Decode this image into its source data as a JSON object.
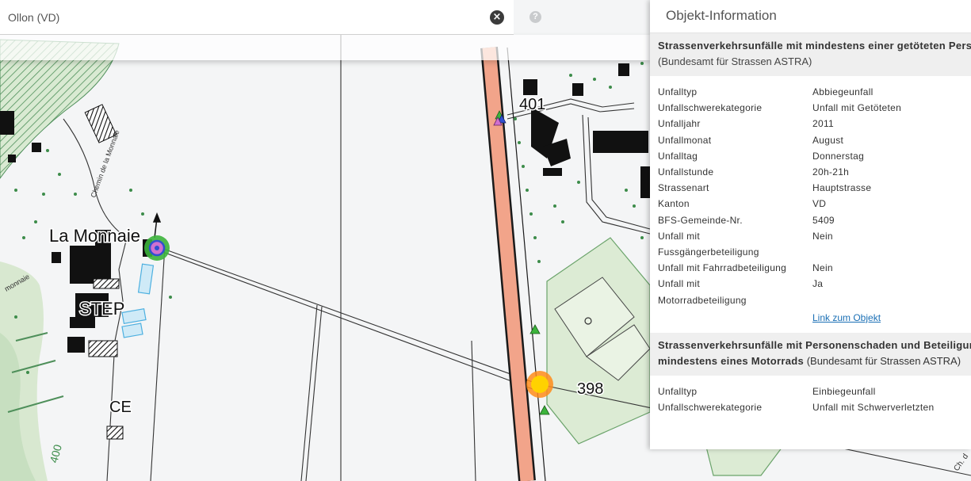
{
  "search": {
    "value": "Ollon (VD)",
    "clear_glyph": "×",
    "help_glyph": "?"
  },
  "map": {
    "place_labels": [
      "La Monnaie",
      "STEP",
      "CE"
    ],
    "road_labels": [
      "Chemin de la Monnaie",
      "monnaie",
      "Ch. d"
    ],
    "elevation_labels": [
      "401",
      "398",
      "400"
    ],
    "colors": {
      "main_road": "#f2a48a",
      "building": "#111111",
      "green_area": "#dcebd4",
      "accident_fatal": "#3cb43c",
      "accident_injury": "#ffd200"
    }
  },
  "panel": {
    "title": "Objekt-Information",
    "layer1": {
      "title": "Strassenverkehrsunfälle mit mindestens einer getöteten Person",
      "source": "(Bundesamt für Strassen ASTRA)",
      "rows": [
        {
          "key": "Unfalltyp",
          "value": "Abbiegeunfall"
        },
        {
          "key": "Unfallschwerekategorie",
          "value": "Unfall mit Getöteten"
        },
        {
          "key": "Unfalljahr",
          "value": "2011"
        },
        {
          "key": "Unfallmonat",
          "value": "August"
        },
        {
          "key": "Unfalltag",
          "value": "Donnerstag"
        },
        {
          "key": "Unfallstunde",
          "value": "20h-21h"
        },
        {
          "key": "Strassenart",
          "value": "Hauptstrasse"
        },
        {
          "key": "Kanton",
          "value": "VD"
        },
        {
          "key": "BFS-Gemeinde-Nr.",
          "value": "5409"
        },
        {
          "key": "Unfall mit",
          "value": "Nein"
        },
        {
          "key": "Fussgängerbeteiligung",
          "value": ""
        },
        {
          "key": "Unfall mit Fahrradbeteiligung",
          "value": "Nein"
        },
        {
          "key": "Unfall mit",
          "value": "Ja"
        },
        {
          "key": "Motorradbeteiligung",
          "value": ""
        }
      ],
      "link": "Link zum Objekt"
    },
    "layer2": {
      "title_line1": "Strassenverkehrsunfälle mit Personenschaden und Beteiligung",
      "title_line2": "mindestens eines Motorrads",
      "source": "(Bundesamt für Strassen ASTRA)",
      "rows": [
        {
          "key": "Unfalltyp",
          "value": "Einbiegeunfall"
        },
        {
          "key": "Unfallschwerekategorie",
          "value": "Unfall mit Schwerverletzten"
        }
      ]
    }
  }
}
